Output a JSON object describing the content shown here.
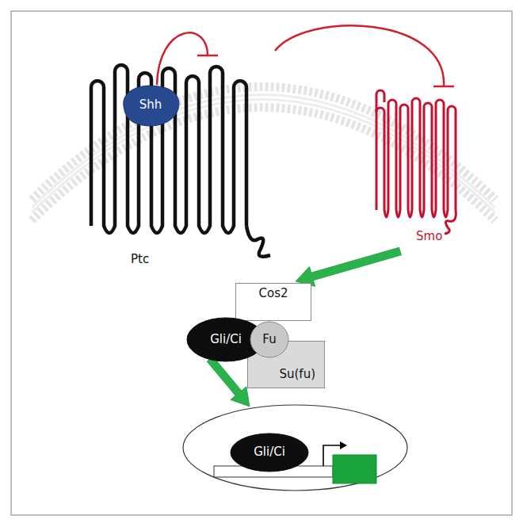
{
  "diagram": {
    "nodes": [
      {
        "text": [
          "Shh"
        ]
      },
      {
        "text": [
          "Ptc"
        ]
      },
      {
        "text": [
          "Smo"
        ]
      },
      {
        "text": [
          "Cos2"
        ]
      },
      {
        "text": [
          "Gli/Ci"
        ]
      },
      {
        "text": [
          "Fu"
        ]
      },
      {
        "text": [
          "Su(fu)"
        ]
      },
      {
        "text": []
      },
      {
        "text": [
          "Gli/Ci"
        ],
        "in": 7
      }
    ],
    "edges": [
      {
        "from": 0,
        "to": 1,
        "arrow": "to"
      },
      {
        "from": 1,
        "to": 2,
        "arrow": "to"
      },
      {
        "from": 2,
        "to": 3,
        "arrow": "to"
      },
      {
        "from": 4,
        "to": 7,
        "arrow": "to"
      }
    ]
  }
}
